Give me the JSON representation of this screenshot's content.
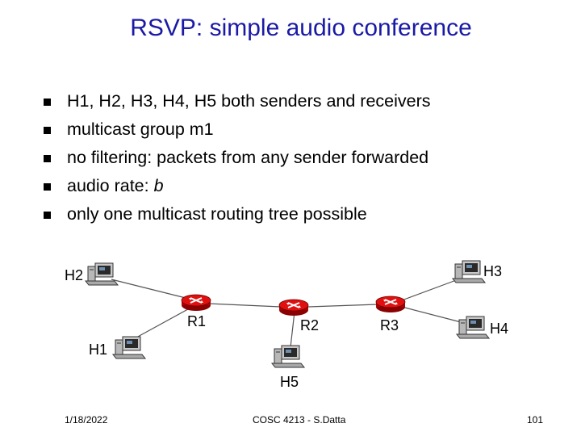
{
  "slide": {
    "title": "RSVP: simple audio conference",
    "bullets": [
      {
        "text": "H1, H2, H3, H4, H5 both senders and receivers",
        "italic": ""
      },
      {
        "text": "multicast group m1",
        "italic": ""
      },
      {
        "text": "no filtering: packets from any sender forwarded",
        "italic": ""
      },
      {
        "text": "audio rate: ",
        "italic": "b"
      },
      {
        "text": "only one multicast routing tree possible",
        "italic": ""
      }
    ],
    "bullet_icon": "square-bullet-icon"
  },
  "network": {
    "hosts": [
      "H1",
      "H2",
      "H3",
      "H4",
      "H5"
    ],
    "routers": [
      "R1",
      "R2",
      "R3"
    ],
    "host_icon": "computer-icon",
    "router_icon": "router-icon",
    "router_color": "#cc0000",
    "link_color": "#555555"
  },
  "footer": {
    "date": "1/18/2022",
    "course": "COSC 4213 - S.Datta",
    "page": "101"
  }
}
